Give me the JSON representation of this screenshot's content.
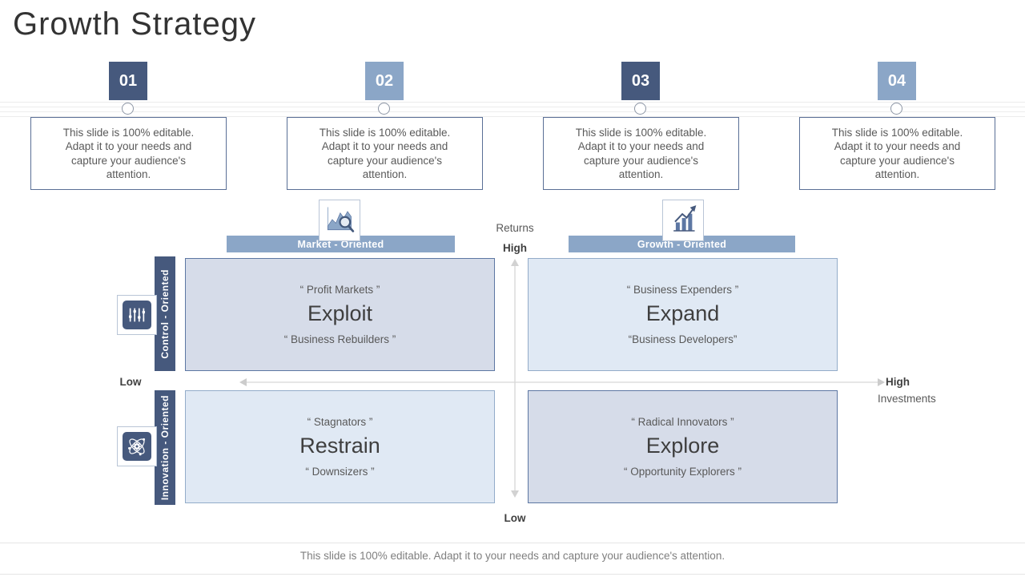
{
  "title": "Growth Strategy",
  "steps": [
    {
      "number": "01",
      "text": "This slide is 100% editable. Adapt it to your needs and capture your audience's attention."
    },
    {
      "number": "02",
      "text": "This slide is 100% editable. Adapt it to your needs and capture your audience's attention."
    },
    {
      "number": "03",
      "text": "This slide is 100% editable. Adapt it to your needs and capture your audience's attention."
    },
    {
      "number": "04",
      "text": "This slide is 100% editable. Adapt it to your needs and capture your audience's attention."
    }
  ],
  "matrix": {
    "columns": [
      {
        "label": "Market - Oriented",
        "icon": "chart-magnifier-icon"
      },
      {
        "label": "Growth - Oriented",
        "icon": "bar-chart-arrow-icon"
      }
    ],
    "rows": [
      {
        "label": "Control -  Oriented",
        "icon": "sliders-icon"
      },
      {
        "label": "Innovation - Oriented",
        "icon": "atom-gear-icon"
      }
    ],
    "axes": {
      "y_title": "Returns",
      "y_high": "High",
      "y_low": "Low",
      "x_title": "Investments",
      "x_low": "Low",
      "x_high": "High"
    },
    "quadrants": [
      {
        "id": "exploit",
        "top_label": "“ Profit Markets ”",
        "title": "Exploit",
        "bottom_label": "“ Business Rebuilders ”"
      },
      {
        "id": "expand",
        "top_label": "“ Business Expenders ”",
        "title": "Expand",
        "bottom_label": "“Business Developers”"
      },
      {
        "id": "restrain",
        "top_label": "“ Stagnators ”",
        "title": "Restrain",
        "bottom_label": "“ Downsizers ”"
      },
      {
        "id": "explore",
        "top_label": "“ Radical Innovators ”",
        "title": "Explore",
        "bottom_label": "“ Opportunity Explorers ”"
      }
    ]
  },
  "footer": "This slide is 100% editable. Adapt it to your needs and capture your audience's attention.",
  "colors": {
    "dark_blue": "#46597d",
    "light_blue": "#8ba6c7",
    "quad_dark_fill": "#d6dce9",
    "quad_light_fill": "#e0e9f4",
    "quad_dark_border": "#5d77a3",
    "quad_light_border": "#93acc9",
    "text_dark": "#3f3f3f",
    "text_gray": "#595959",
    "footer_gray": "#7f7f7f"
  }
}
